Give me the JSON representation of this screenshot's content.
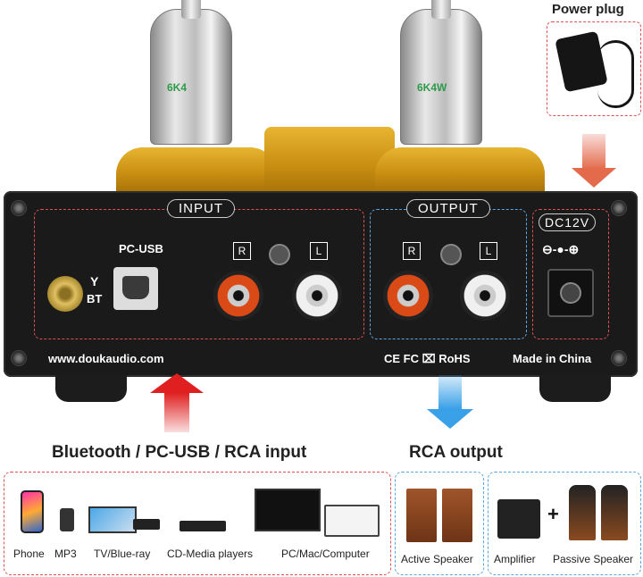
{
  "power_plug": {
    "caption": "Power plug"
  },
  "tubes": [
    {
      "label": "6K4"
    },
    {
      "label": "6K4W"
    }
  ],
  "panel": {
    "input_label": "INPUT",
    "output_label": "OUTPUT",
    "dc_label": "DC12V",
    "pc_usb_label": "PC-USB",
    "bt_label": "BT",
    "r_label": "R",
    "l_label": "L",
    "website": "www.doukaudio.com",
    "certifications": "CE FC ⌧ RoHS",
    "made_in": "Made in China"
  },
  "captions": {
    "input": "Bluetooth / PC-USB / RCA input",
    "output": "RCA output"
  },
  "input_devices": [
    "Phone",
    "MP3",
    "TV/Blue-ray",
    "CD-Media players",
    "PC/Mac/Computer"
  ],
  "output_devices": {
    "active": "Active Speaker",
    "amplifier": "Amplifier",
    "plus": "+",
    "passive": "Passive Speaker"
  },
  "colors": {
    "input_box": "#e05050",
    "output_box": "#5aa6e0",
    "dc_box": "#e05050",
    "arrow_red": "#e02020",
    "arrow_blue": "#3aa0e8"
  }
}
